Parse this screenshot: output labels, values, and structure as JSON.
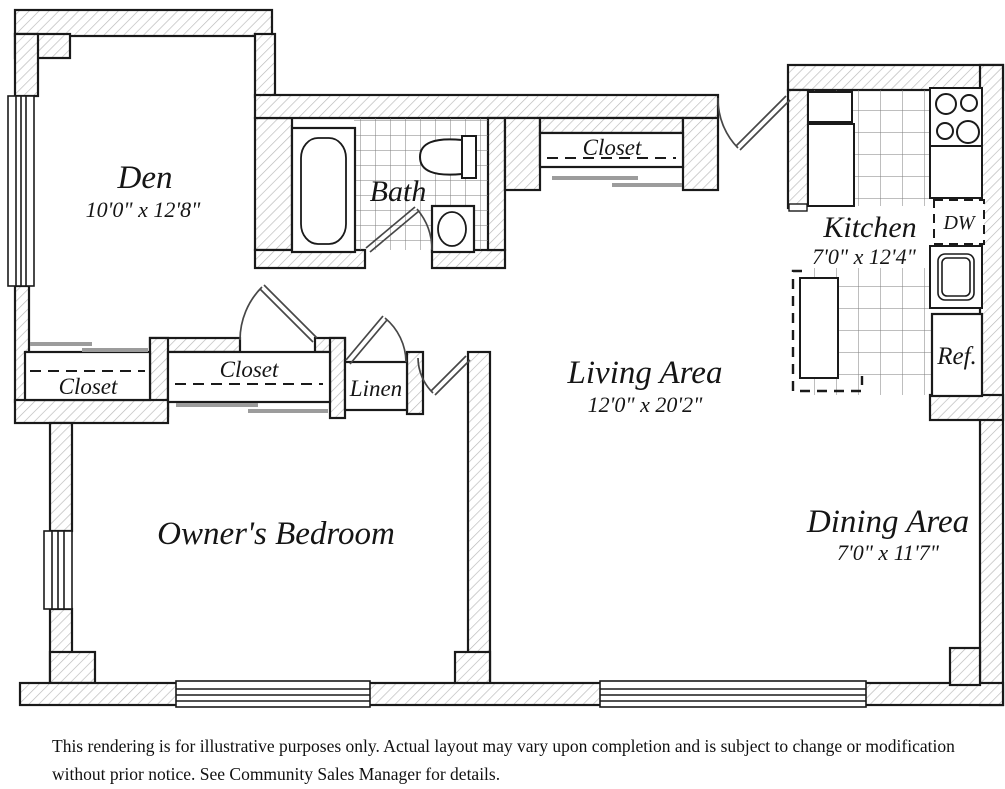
{
  "plan": {
    "rooms": {
      "den": {
        "name": "Den",
        "dims": "10'0\" x 12'8\""
      },
      "bath": {
        "name": "Bath"
      },
      "kitchen": {
        "name": "Kitchen",
        "dims": "7'0\" x 12'4\""
      },
      "living": {
        "name": "Living Area",
        "dims": "12'0\" x 20'2\""
      },
      "dining": {
        "name": "Dining Area",
        "dims": "7'0\" x 11'7\""
      },
      "bedroom": {
        "name": "Owner's Bedroom"
      }
    },
    "storage": {
      "entry_closet": "Closet",
      "den_closet": "Closet",
      "bedroom_closet": "Closet",
      "linen": "Linen"
    },
    "appliances": {
      "dishwasher": "DW",
      "refrigerator": "Ref."
    }
  },
  "colors": {
    "outline": "#1a1a1a",
    "wall_hatch": "#b8b8b8",
    "tile_grid": "#7d7d7d",
    "door": "#474747",
    "slider": "#9c9c9c"
  },
  "disclaimer": "This rendering is for illustrative purposes only. Actual layout may vary upon completion and is subject to change or modification without prior notice. See Community Sales Manager for details."
}
